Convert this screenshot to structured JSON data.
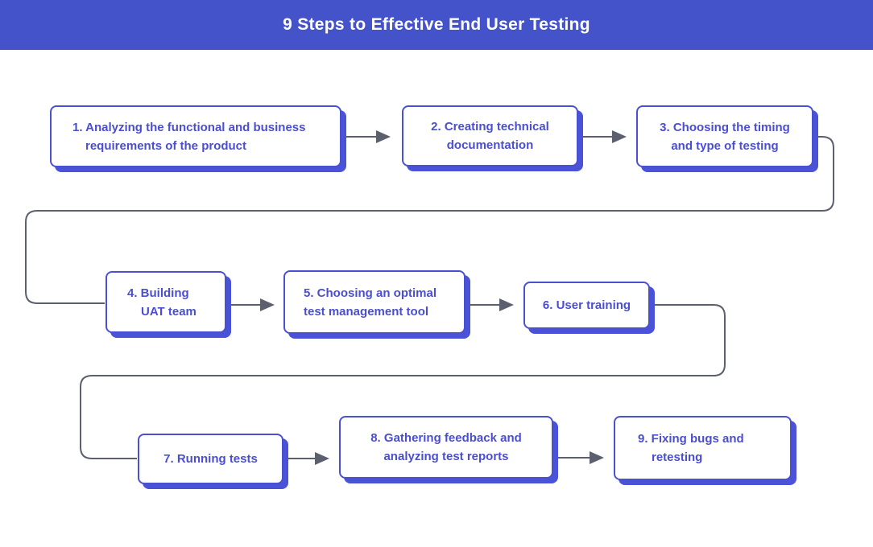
{
  "header": {
    "title": "9 Steps to Effective End User Testing"
  },
  "steps": [
    {
      "id": 1,
      "lines": [
        "1. Analyzing the functional and business",
        "requirements of the product"
      ]
    },
    {
      "id": 2,
      "lines": [
        "2. Creating technical",
        "documentation"
      ]
    },
    {
      "id": 3,
      "lines": [
        "3. Choosing the timing",
        "and type of testing"
      ]
    },
    {
      "id": 4,
      "lines": [
        "4. Building",
        "UAT team"
      ]
    },
    {
      "id": 5,
      "lines": [
        "5. Choosing an optimal",
        "test management tool"
      ]
    },
    {
      "id": 6,
      "lines": [
        "6. User training"
      ]
    },
    {
      "id": 7,
      "lines": [
        "7. Running tests"
      ]
    },
    {
      "id": 8,
      "lines": [
        "8. Gathering feedback and",
        "analyzing test reports"
      ]
    },
    {
      "id": 9,
      "lines": [
        "9. Fixing bugs and",
        "retesting"
      ]
    }
  ],
  "colors": {
    "header_background": "#4553ca",
    "box_border": "#4a50d2",
    "box_shadow": "#4a52d8",
    "box_text": "#4a4ed0",
    "box_background": "#ffffff",
    "connector": "#5c5f6e",
    "title_text": "#ffffff"
  }
}
